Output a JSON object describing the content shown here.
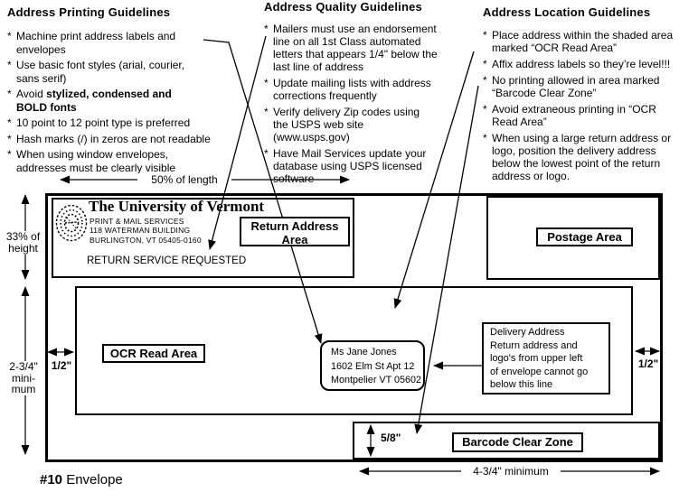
{
  "guidelines": {
    "bullet_char": "*",
    "printing": {
      "title": "Address Printing Guidelines",
      "item1": "Machine print address labels and\nenvelopes",
      "item2": "Use basic font styles (arial, courier,\nsans serif)",
      "item3_prefix": "Avoid ",
      "item3_bold": "stylized, condensed and\nBOLD fonts",
      "item4": "10 point to 12 point type is preferred",
      "item5": "Hash marks (/) in zeros are not readable",
      "item6": "When using window envelopes,\naddresses must be clearly visible"
    },
    "quality": {
      "title": "Address Quality Guidelines",
      "item1": "Mailers must use an endorsement\nline on all 1st Class automated\nletters that appears 1/4\" below the\nlast line of address",
      "item2": "Update mailing lists with address\ncorrections frequently",
      "item3": "Verify delivery Zip codes using\nthe USPS web site\n(www.usps.gov)",
      "item4": "Have Mail Services update your\ndatabase using USPS licensed\nsoftware"
    },
    "location": {
      "title": "Address Location Guidelines",
      "item1": "Place address within the shaded area\nmarked “OCR Read Area”",
      "item2": "Affix address labels so they’re level!!!",
      "item3": "No printing allowed in area marked\n“Barcode Clear Zone”",
      "item4": "Avoid extraneous printing in “OCR\nRead Area”",
      "item5": "When using a large return address or\nlogo, position the delivery address\nbelow the lowest point of the return\naddress or logo."
    }
  },
  "envelope": {
    "return_address": {
      "org": "The University of Vermont",
      "line1": "PRINT & MAIL SERVICES",
      "line2": "118 WATERMAN BUILDING",
      "line3": "BURLINGTON, VT 05405-0160",
      "endorsement": "RETURN SERVICE REQUESTED",
      "area_label": "Return Address\nArea"
    },
    "postage_label": "Postage Area",
    "ocr_label": "OCR Read Area",
    "barcode_label": "Barcode Clear Zone",
    "delivery_address": "Ms Jane Jones\n1602 Elm St Apt 12\nMontpelier VT 05602",
    "delivery_note": "Delivery Address\nReturn address and\nlogo's from upper left\nof envelope cannot go\nbelow this line"
  },
  "dimensions": {
    "length50": "50% of length",
    "height33": "33% of\nheight",
    "min_height": "2-3/4\"\nmini-\nmum",
    "half_inch": "1/2\"",
    "five_eighth": "5/8\"",
    "min_width": "4-3/4\" minimum"
  },
  "caption": {
    "number": "#10",
    "text": " Envelope"
  }
}
